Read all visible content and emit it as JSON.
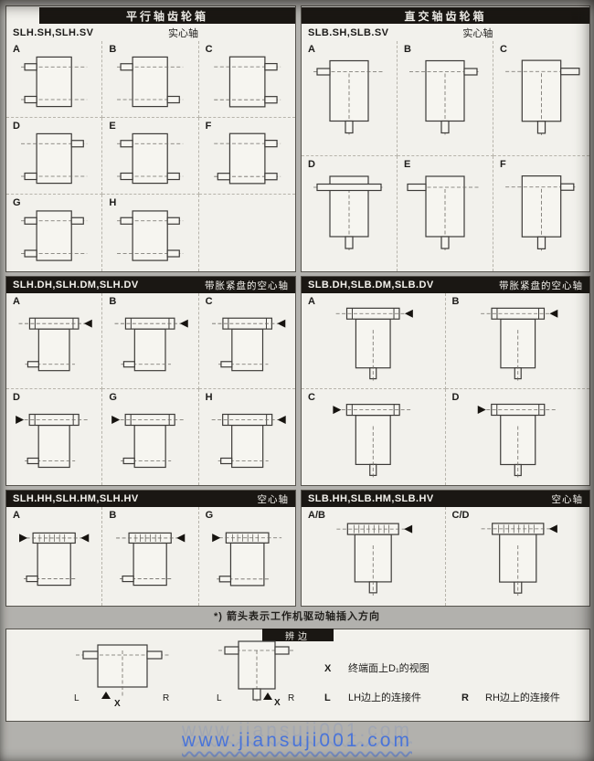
{
  "page": {
    "footnote": "*) 箭头表示工作机驱动轴插入方向",
    "watermark": "www.jiansuji001.com"
  },
  "panels": {
    "slh_solid": {
      "title": "平行轴齿轮箱",
      "models": "SLH.SH,SLH.SV",
      "shaft_type": "实心轴",
      "cells": [
        "A",
        "B",
        "C",
        "D",
        "E",
        "F",
        "G",
        "H"
      ]
    },
    "slb_solid": {
      "title": "直交轴齿轮箱",
      "models": "SLB.SH,SLB.SV",
      "shaft_type": "实心轴",
      "cells": [
        "A",
        "B",
        "C",
        "D",
        "E",
        "F"
      ]
    },
    "slh_shrink": {
      "models": "SLH.DH,SLH.DM,SLH.DV",
      "shaft_type": "带胀紧盘的空心轴",
      "cells": [
        "A",
        "B",
        "C",
        "D",
        "G",
        "H"
      ]
    },
    "slb_shrink": {
      "models": "SLB.DH,SLB.DM,SLB.DV",
      "shaft_type": "带胀紧盘的空心轴",
      "cells": [
        "A",
        "B",
        "C",
        "D"
      ]
    },
    "slh_hollow": {
      "models": "SLH.HH,SLH.HM,SLH.HV",
      "shaft_type": "空心轴",
      "cells": [
        "A",
        "B",
        "G"
      ]
    },
    "slb_hollow": {
      "models": "SLB.HH,SLB.HM,SLB.HV",
      "shaft_type": "空心轴",
      "cells": [
        "A/B",
        "C/D"
      ]
    }
  },
  "legend": {
    "title": "辨边",
    "diagram_labels": {
      "left": "L",
      "right": "R",
      "x": "X"
    },
    "items": [
      {
        "key": "X",
        "text": "终端面上D₁的视图"
      },
      {
        "key": "L",
        "text": "LH边上的连接件"
      },
      {
        "key": "R",
        "text": "RH边上的连接件"
      }
    ]
  }
}
